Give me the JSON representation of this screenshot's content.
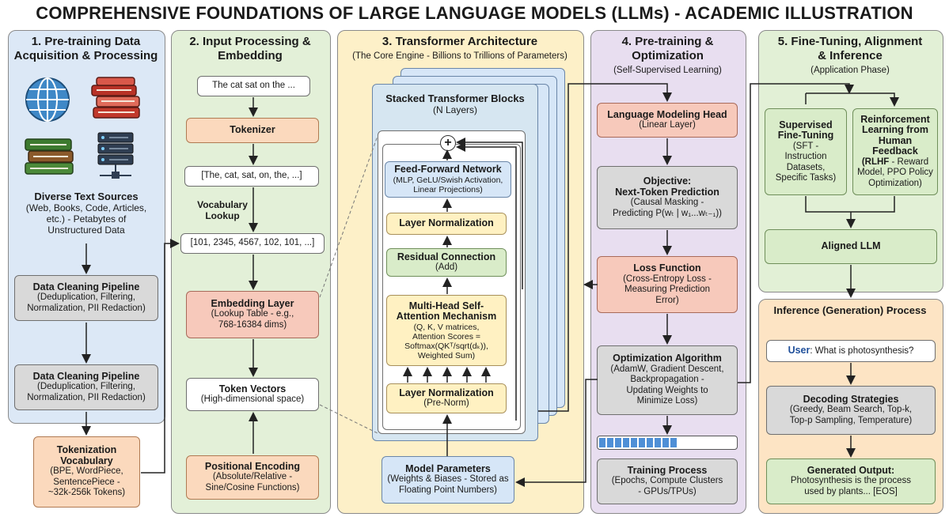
{
  "title": "COMPREHENSIVE FOUNDATIONS OF LARGE LANGUAGE MODELS (LLMs) - ACADEMIC ILLUSTRATION",
  "panel1": {
    "title1": "1. Pre-training Data",
    "title2": "Acquisition & Processing",
    "sources_title": "Diverse Text Sources",
    "sources_l1": "(Web, Books, Code, Articles,",
    "sources_l2": "etc.) - Petabytes of",
    "sources_l3": "Unstructured Data",
    "clean1_title": "Data Cleaning Pipeline",
    "clean1_l1": "(Deduplication, Filtering,",
    "clean1_l2": "Normalization, PII Redaction)",
    "clean2_title": "Data Cleaning Pipeline",
    "clean2_l1": "(Deduplication, Filtering,",
    "clean2_l2": "Normalization, PII Redaction)",
    "tok_title1": "Tokenization",
    "tok_title2": "Vocabulary",
    "tok_l1": "(BPE, WordPiece,",
    "tok_l2": "SentencePiece -",
    "tok_l3": "~32k-256k Tokens)"
  },
  "panel2": {
    "title1": "2. Input Processing &",
    "title2": "Embedding",
    "input_text": "The cat sat on the ...",
    "tokenizer": "Tokenizer",
    "tokens": "[The, cat, sat, on, the, ...]",
    "vocab1": "Vocabulary",
    "vocab2": "Lookup",
    "ids": "[101, 2345, 4567, 102, 101, ...]",
    "emb_title": "Embedding Layer",
    "emb_l1": "(Lookup Table - e.g.,",
    "emb_l2": "768-16384 dims)",
    "vec_title": "Token Vectors",
    "vec_l1": "(High-dimensional space)",
    "pos_title": "Positional Encoding",
    "pos_l1": "(Absolute/Relative -",
    "pos_l2": "Sine/Cosine Functions)"
  },
  "panel3": {
    "title": "3. Transformer Architecture",
    "subtitle": "(The Core Engine - Billions to Trillions of Parameters)",
    "stack_title": "Stacked Transformer Blocks",
    "stack_sub": "(N Layers)",
    "plus": "+",
    "ffn_title": "Feed-Forward Network",
    "ffn_l1": "(MLP, GeLU/Swish Activation,",
    "ffn_l2": "Linear Projections)",
    "ln1": "Layer Normalization",
    "res_title": "Residual Connection",
    "res_l1": "(Add)",
    "mha_title1": "Multi-Head Self-",
    "mha_title2": "Attention Mechanism",
    "mha_l1": "(Q, K, V matrices,",
    "mha_l2": "Attention Scores =",
    "mha_l3": "Softmax(QKᵀ/sqrt(dₖ)),",
    "mha_l4": "Weighted Sum)",
    "ln2_title": "Layer Normalization",
    "ln2_l1": "(Pre-Norm)",
    "params_title": "Model Parameters",
    "params_l1": "(Weights & Biases - Stored as",
    "params_l2": "Floating Point Numbers)"
  },
  "panel4": {
    "title1": "4. Pre-training &",
    "title2": "Optimization",
    "subtitle": "(Self-Supervised Learning)",
    "lmh_title": "Language Modeling Head",
    "lmh_l1": "(Linear Layer)",
    "obj_title1": "Objective:",
    "obj_title2": "Next-Token Prediction",
    "obj_l1": "(Causal Masking -",
    "obj_l2": "Predicting P(wₜ | w₁...wₜ₋₁))",
    "loss_title": "Loss Function",
    "loss_l1": "(Cross-Entropy Loss -",
    "loss_l2": "Measuring Prediction",
    "loss_l3": "Error)",
    "opt_title": "Optimization Algorithm",
    "opt_l1": "(AdamW, Gradient Descent,",
    "opt_l2": "Backpropagation -",
    "opt_l3": "Updating Weights to",
    "opt_l4": "Minimize Loss)",
    "train_title": "Training Process",
    "train_l1": "(Epochs, Compute Clusters",
    "train_l2": "- GPUs/TPUs)"
  },
  "panel5": {
    "title1": "5. Fine-Tuning, Alignment",
    "title2": "& Inference",
    "subtitle": "(Application Phase)",
    "sft_t1": "Supervised",
    "sft_t2": "Fine-Tuning",
    "sft_l1": "(SFT -",
    "sft_l2": "Instruction",
    "sft_l3": "Datasets,",
    "sft_l4": "Specific Tasks)",
    "rlhf_t1": "Reinforcement",
    "rlhf_t2": "Learning from",
    "rlhf_t3": "Human",
    "rlhf_t4": "Feedback",
    "rlhf_l1b": "(RLHF",
    "rlhf_l1": " - Reward",
    "rlhf_l2": "Model, PPO Policy",
    "rlhf_l3": "Optimization)",
    "aligned": "Aligned LLM",
    "inf_title": "Inference (Generation) Process",
    "user_label": "User",
    "user_text": ": What is photosynthesis?",
    "dec_title": "Decoding Strategies",
    "dec_l1": "(Greedy, Beam Search, Top-k,",
    "dec_l2": "Top-p Sampling, Temperature)",
    "gen_title": "Generated Output:",
    "gen_l1": "Photosynthesis is the process",
    "gen_l2": "used by plants... [EOS]"
  },
  "colors": {
    "panel1_bg": "#dce8f6",
    "panel2_bg": "#e3f0d8",
    "panel3_bg": "#fdf0c8",
    "panel4_bg": "#e8def0",
    "panel5_bg": "#e2f0d6",
    "inference_bg": "#fde4c4"
  }
}
